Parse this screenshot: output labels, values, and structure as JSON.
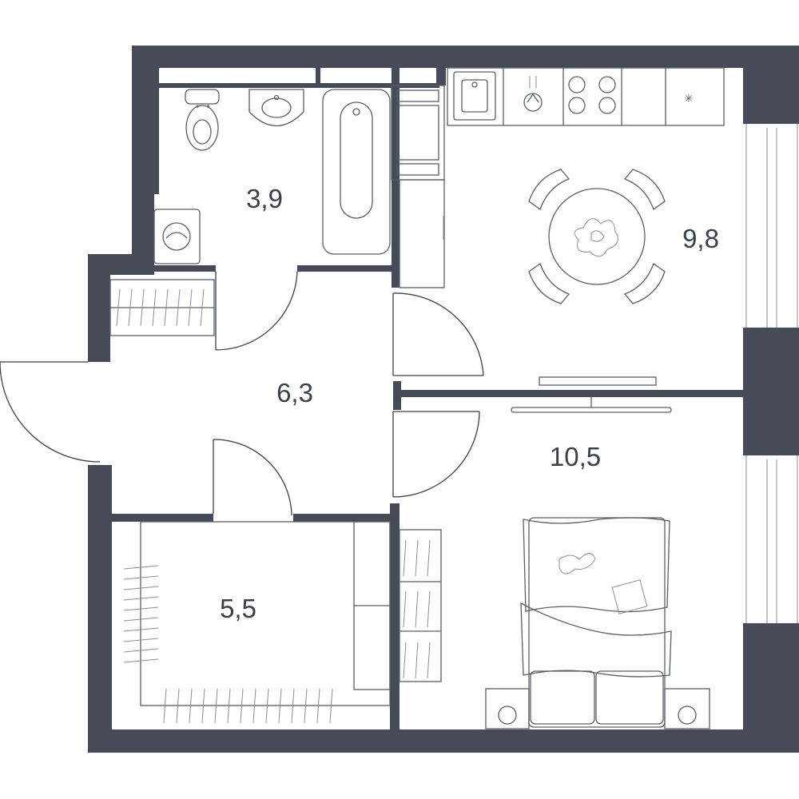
{
  "plan": {
    "colors": {
      "wall": "#474b58",
      "line": "#5a5e68",
      "background": "#ffffff",
      "label": "#3b3f4a"
    },
    "rooms": [
      {
        "id": "bathroom",
        "area": "3,9"
      },
      {
        "id": "kitchen",
        "area": "9,8"
      },
      {
        "id": "hallway",
        "area": "6,3"
      },
      {
        "id": "bedroom",
        "area": "10,5"
      },
      {
        "id": "wardrobe",
        "area": "5,5"
      }
    ],
    "fixtures": {
      "bathroom": [
        "toilet-icon",
        "sink-icon",
        "bathtub-icon",
        "washing-machine-icon"
      ],
      "kitchen": [
        "kitchen-sink-icon",
        "stove-icon",
        "dining-table-icon",
        "chair-icon"
      ],
      "bedroom": [
        "bed-icon",
        "tv-icon",
        "nightstand-icon"
      ],
      "storage": [
        "wardrobe-icon",
        "shelving-icon"
      ]
    },
    "kitchen_counter_glyph": "✳"
  }
}
